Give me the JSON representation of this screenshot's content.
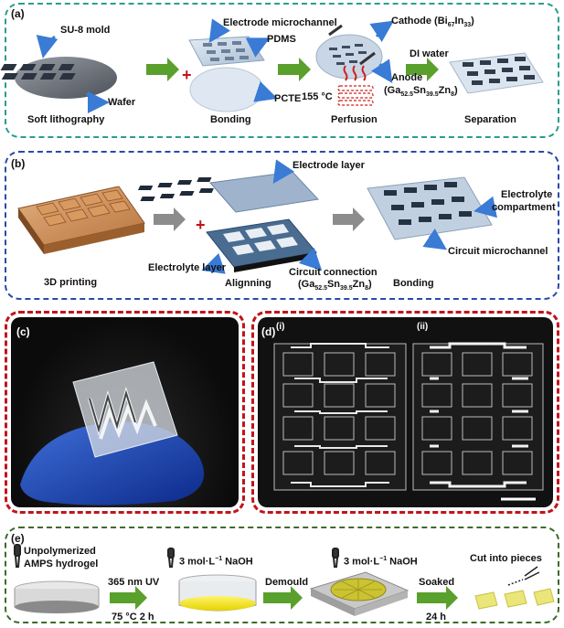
{
  "colors": {
    "panel_a_border": "#2a9d8f",
    "panel_b_border": "#2b4aa8",
    "panel_cd_border": "#c0141b",
    "panel_e_border": "#3e6b2a",
    "arrow_green": "#5aa02c",
    "arrow_gray": "#8c8c8c",
    "callout_blue": "#3a7bd5",
    "plus_red": "#c0141b",
    "heat_red": "#d02020"
  },
  "panel_a": {
    "tag": "(a)",
    "sumold": "SU-8 mold",
    "wafer": "Wafer",
    "soft_litho": "Soft lithography",
    "electrode_microchannel": "Electrode microchannel",
    "pdms": "PDMS",
    "pcte": "PCTE",
    "bonding": "Bonding",
    "cathode": "Cathode (Bi",
    "cathode_sub1": "67",
    "cathode_mid": "In",
    "cathode_sub2": "33",
    "cathode_end": ")",
    "anode": "Anode",
    "anode_comp": "(Ga",
    "anode_sub1": "52.5",
    "anode_mid1": "Sn",
    "anode_sub2": "39.5",
    "anode_mid2": "Zn",
    "anode_sub3": "8",
    "anode_end": ")",
    "temp": "155 °C",
    "perfusion": "Perfusion",
    "di_water": "DI water",
    "separation": "Separation"
  },
  "panel_b": {
    "tag": "(b)",
    "printing": "3D printing",
    "electrode_layer": "Electrode layer",
    "electrolyte_layer": "Electrolyte layer",
    "aligning": "Alignning",
    "circuit_connection": "Circuit connection",
    "cc_comp": "(Ga",
    "cc_sub1": "52.5",
    "cc_mid1": "Sn",
    "cc_sub2": "39.5",
    "cc_mid2": "Zn",
    "cc_sub3": "8",
    "cc_end": ")",
    "electrolyte": "Electrolyte",
    "compartment": "compartment",
    "circuit_microchannel": "Circuit microchannel",
    "bonding": "Bonding"
  },
  "panel_c": {
    "tag": "(c)"
  },
  "panel_d": {
    "tag": "(d)",
    "sub_i": "(i)",
    "sub_ii": "(ii)"
  },
  "panel_e": {
    "tag": "(e)",
    "unpolymerized": "Unpolymerized",
    "amps": "AMPS hydrogel",
    "uv": "365 nm UV",
    "cond": "75 °C 2 h",
    "naoh1": "3 mol·L",
    "naoh1_sup": "−1",
    "naoh1_end": " NaOH",
    "demould": "Demould",
    "naoh2": "3 mol·L",
    "naoh2_sup": "−1",
    "naoh2_end": " NaOH",
    "soaked": "Soaked",
    "hours": "24 h",
    "cut": "Cut into pieces"
  }
}
